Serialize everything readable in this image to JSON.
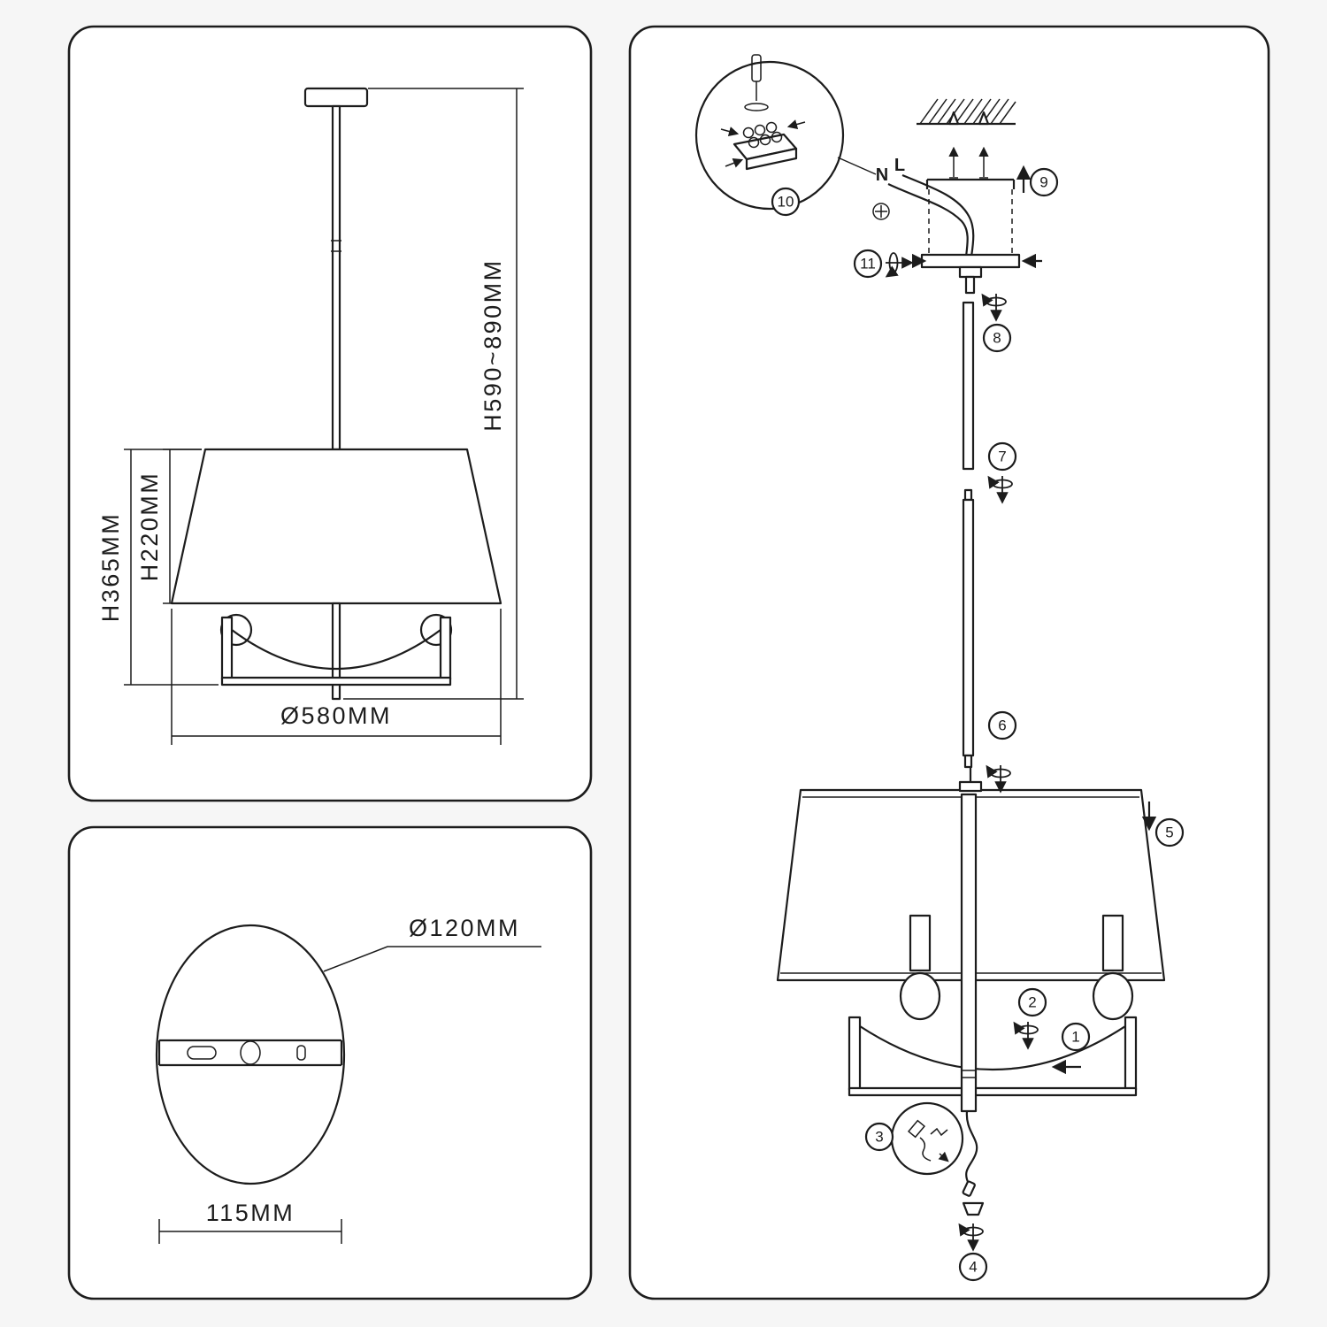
{
  "colors": {
    "line": "#1c1c1c",
    "panel_fill": "#ffffff",
    "background": "#f6f6f6"
  },
  "spec_panel": {
    "overall_height": "H590~890MM",
    "fixture_height": "H365MM",
    "shade_height": "H220MM",
    "shade_diameter": "Ø580MM"
  },
  "canopy_panel": {
    "canopy_diameter": "Ø120MM",
    "plate_width": "115MM"
  },
  "assembly_panel": {
    "wire_labels": {
      "neutral": "N",
      "live": "L"
    },
    "steps": [
      "1",
      "2",
      "3",
      "4",
      "5",
      "6",
      "7",
      "8",
      "9",
      "10",
      "11"
    ]
  }
}
